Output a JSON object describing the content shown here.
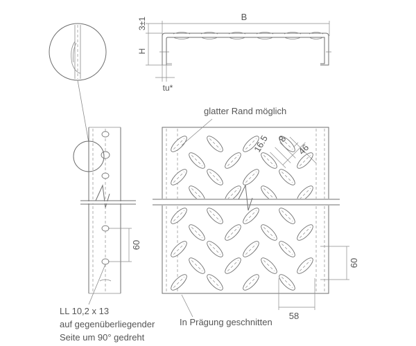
{
  "colors": {
    "line": "#6e6e6e",
    "text": "#555555",
    "background": "#ffffff"
  },
  "section": {
    "width_label": "B",
    "tolerance_label": "3±1",
    "height_label": "H",
    "thickness_label": "tu*"
  },
  "labels": {
    "smooth_edge": "glatter Rand möglich",
    "stud_spacing_a": "16.5",
    "stud_spacing_b": "8",
    "stud_length": "46",
    "pitch_vertical_side": "60",
    "pitch_vertical_plate": "60",
    "pitch_horizontal_plate": "58",
    "cut_note": "In Prägung geschnitten",
    "hole_note_line1": "LL 10,2 x 13",
    "hole_note_line2": "auf gegenüberliegender",
    "hole_note_line3": "Seite um 90° gedreht"
  }
}
